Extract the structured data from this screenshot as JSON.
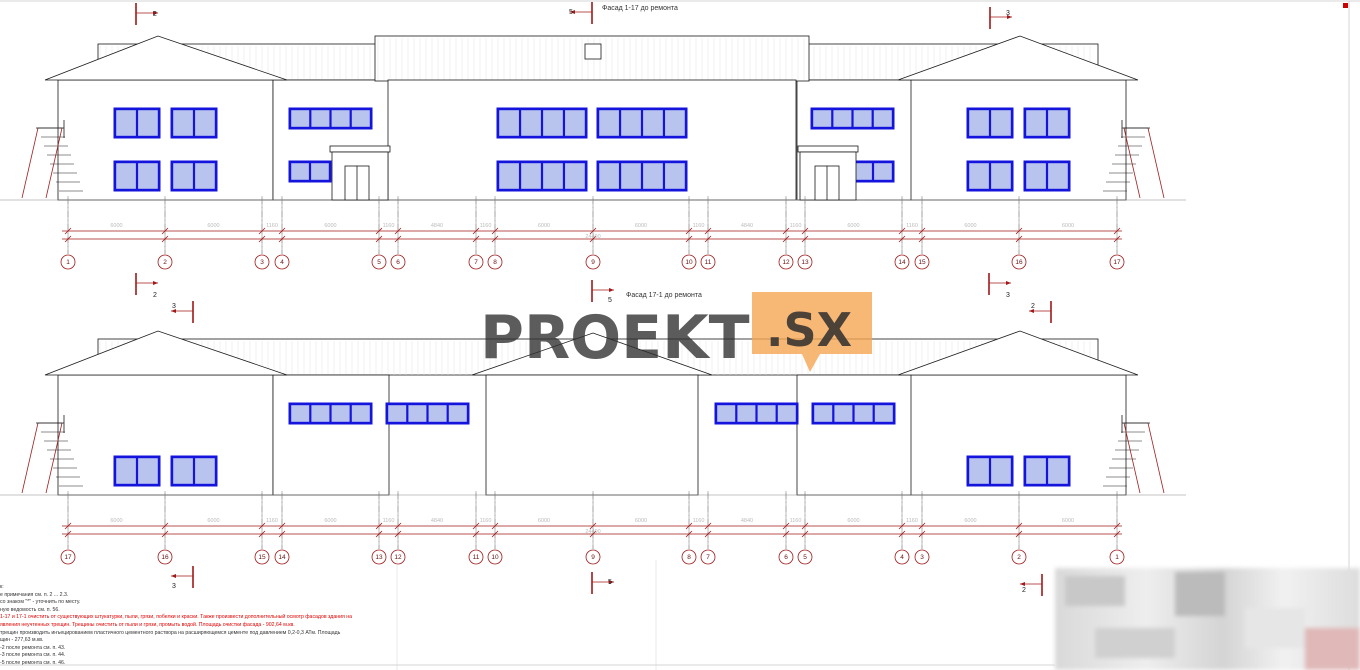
{
  "facade_top": {
    "title": "Фасад 1-17 до ремонта",
    "axes": [
      "1",
      "2",
      "3",
      "4",
      "5",
      "6",
      "7",
      "8",
      "9",
      "10",
      "11",
      "12",
      "13",
      "14",
      "15",
      "16",
      "17"
    ],
    "dimensions": [
      "6000",
      "6000",
      "1160",
      "6000",
      "1160",
      "4840",
      "1160",
      "6000",
      "6000",
      "1160",
      "4840",
      "1160",
      "6000",
      "1160",
      "6000",
      "6000"
    ],
    "total": "24400"
  },
  "facade_bottom": {
    "title": "Фасад 17-1 до ремонта",
    "axes": [
      "17",
      "16",
      "15",
      "14",
      "13",
      "12",
      "11",
      "10",
      "9",
      "8",
      "7",
      "6",
      "5",
      "4",
      "3",
      "2",
      "1"
    ],
    "dimensions": [
      "6000",
      "6000",
      "1160",
      "6000",
      "1160",
      "4840",
      "1160",
      "6000",
      "6000",
      "1160",
      "4840",
      "1160",
      "6000",
      "1160",
      "6000",
      "6000"
    ],
    "total": "24400"
  },
  "section_marks": [
    "2",
    "3",
    "5",
    "2",
    "3",
    "5",
    "3",
    "2",
    "5",
    "3",
    "2"
  ],
  "watermark": {
    "left": "PROEKT",
    "right": ".SX"
  },
  "notes": [
    "к:",
    "е примечания см. п. 2 ... 2.3.",
    "со знаком \"*\" - уточнить по месту.",
    "ную ведомость см. п. 56.",
    "1-17 и 17-1 очистить от существующих штукатурки, пыли, грязи, побелки и краски. Также произвести дополнительный осмотр фасадов здания на",
    "явления неучтенных трещин. Трещины очистить от пыли и грязи, промыть водой. Площадь очистки фасада - 902,64 м.кв.",
    "трещин производить инъецированием пластичного цементного раствора на расширяющемся цементе под давлением 0,2-0,3 АТм. Площадь",
    "щин - 277,63 м.кв.",
    "-2 после ремонта см. п. 43.",
    "-3 после ремонта см. п. 44.",
    "-5 после ремонта см. п. 46."
  ],
  "colors": {
    "line": "#1a1a1a",
    "window": "#1414dd",
    "glass": "#b8c3ee",
    "dim": "#a01818"
  }
}
